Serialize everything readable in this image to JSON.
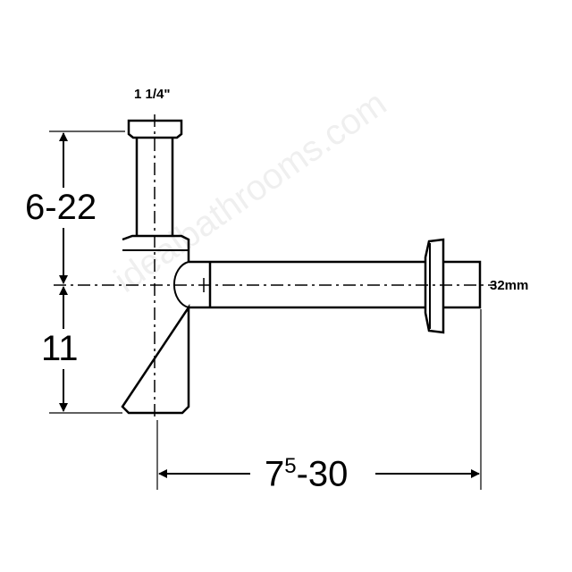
{
  "labels": {
    "inlet_size": "1 1/4\"",
    "height_upper": "6-22",
    "height_lower": "11",
    "length_base": "7",
    "length_sup": "5",
    "length_rest": "-30",
    "outlet_size": "32mm"
  },
  "watermark": "idealbathrooms.com"
}
